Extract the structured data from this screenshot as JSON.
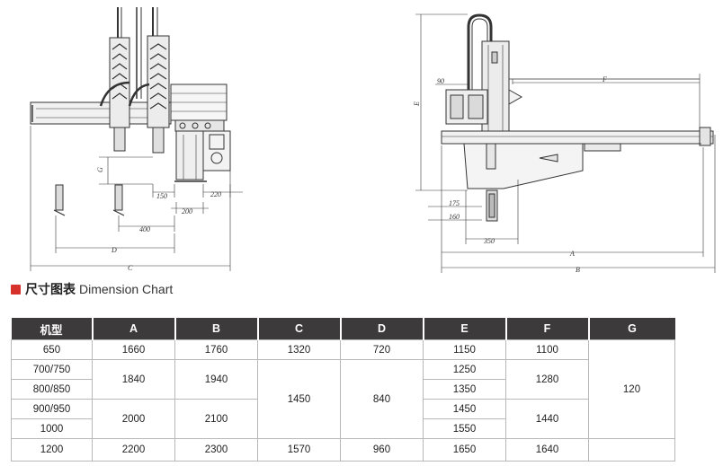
{
  "drawing": {
    "front_labels": {
      "G": "G",
      "d150": "150",
      "d220": "220",
      "d200": "200",
      "d400": "400",
      "D": "D",
      "C": "C"
    },
    "side_labels": {
      "d90": "90",
      "E": "E",
      "F": "F",
      "d175": "175",
      "d160": "160",
      "d350": "350",
      "A": "A",
      "B": "B"
    }
  },
  "section_title": {
    "cn": "尺寸图表",
    "en": "Dimension Chart"
  },
  "accent_color": "#d6312b",
  "table": {
    "headers": [
      "机型",
      "A",
      "B",
      "C",
      "D",
      "E",
      "F",
      "G"
    ],
    "rows": {
      "r650": {
        "model": "650",
        "A": "1660",
        "B": "1760",
        "C": "1320",
        "D": "720",
        "E": "1150",
        "F": "1100"
      },
      "r700": {
        "model": "700/750",
        "E": "1250"
      },
      "r800": {
        "model": "800/850",
        "E": "1350"
      },
      "r900": {
        "model": "900/950",
        "E": "1450"
      },
      "r1000": {
        "model": "1000",
        "E": "1550"
      },
      "r1200": {
        "model": "1200",
        "A": "2200",
        "B": "2300",
        "C": "1570",
        "D": "960",
        "E": "1650",
        "F": "1640"
      },
      "g700_800": {
        "A": "1840",
        "B": "1940",
        "F": "1280"
      },
      "g900_1000": {
        "A": "2000",
        "B": "2100",
        "F": "1440"
      },
      "g700_1000": {
        "C": "1450",
        "D": "840"
      },
      "g_all": {
        "G": "120"
      }
    }
  }
}
